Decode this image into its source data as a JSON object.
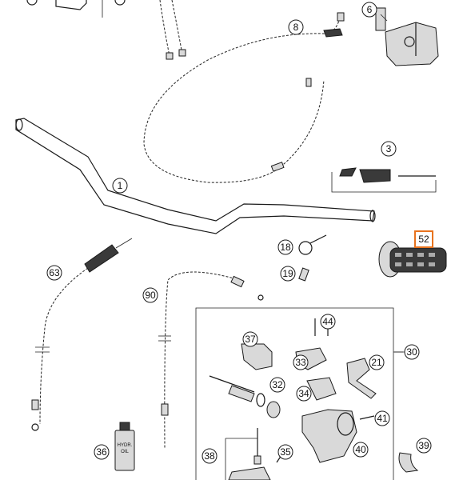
{
  "callouts": {
    "c1": "1",
    "c3": "3",
    "c6": "6",
    "c8": "8",
    "c18": "18",
    "c19": "19",
    "c21": "21",
    "c30": "30",
    "c32": "32",
    "c33": "33",
    "c34": "34",
    "c35": "35",
    "c36": "36",
    "c37": "37",
    "c38": "38",
    "c39": "39",
    "c40": "40",
    "c41": "41",
    "c44": "44",
    "c52": "52",
    "c63": "63",
    "c90": "90"
  },
  "highlighted_callout": "52",
  "highlight_color": "#e8731e",
  "bottle_label": {
    "line1": "HYDR.",
    "line2": "OIL"
  }
}
